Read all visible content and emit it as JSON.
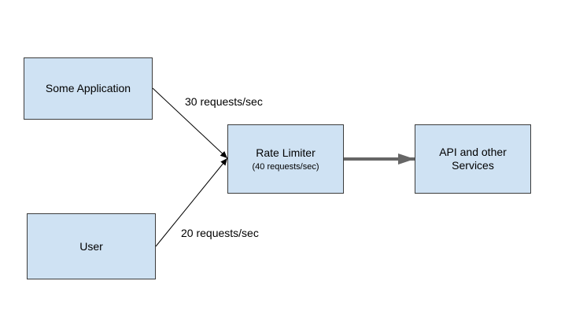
{
  "nodes": {
    "application": {
      "label": "Some Application"
    },
    "user": {
      "label": "User"
    },
    "rate_limiter": {
      "label": "Rate Limiter",
      "sublabel": "(40 requests/sec)"
    },
    "api": {
      "label": "API and other Services"
    }
  },
  "edges": {
    "application_to_limiter": {
      "label": "30 requests/sec"
    },
    "user_to_limiter": {
      "label": "20 requests/sec"
    }
  },
  "colors": {
    "box_fill": "#cfe2f3",
    "box_border": "#3c3c3c",
    "thin_arrow": "#000000",
    "thick_arrow": "#666666"
  }
}
